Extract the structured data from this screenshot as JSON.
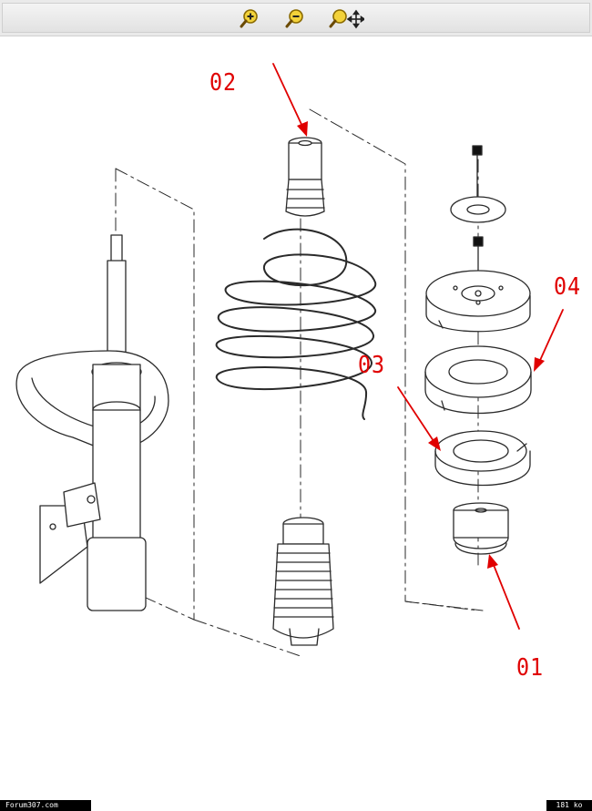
{
  "toolbar": {
    "tools": [
      {
        "name": "zoom-in",
        "icon": "zoom-in-icon"
      },
      {
        "name": "zoom-out",
        "icon": "zoom-out-icon"
      },
      {
        "name": "zoom-fit",
        "icon": "zoom-pan-icon"
      }
    ]
  },
  "diagram": {
    "callouts": [
      {
        "id": "02",
        "label": "02"
      },
      {
        "id": "03",
        "label": "03"
      },
      {
        "id": "04",
        "label": "04"
      },
      {
        "id": "01",
        "label": "01"
      }
    ],
    "callout_color": "#e00000"
  },
  "statusbar": {
    "site": "Forum307.com",
    "file_size": "181 ko"
  }
}
